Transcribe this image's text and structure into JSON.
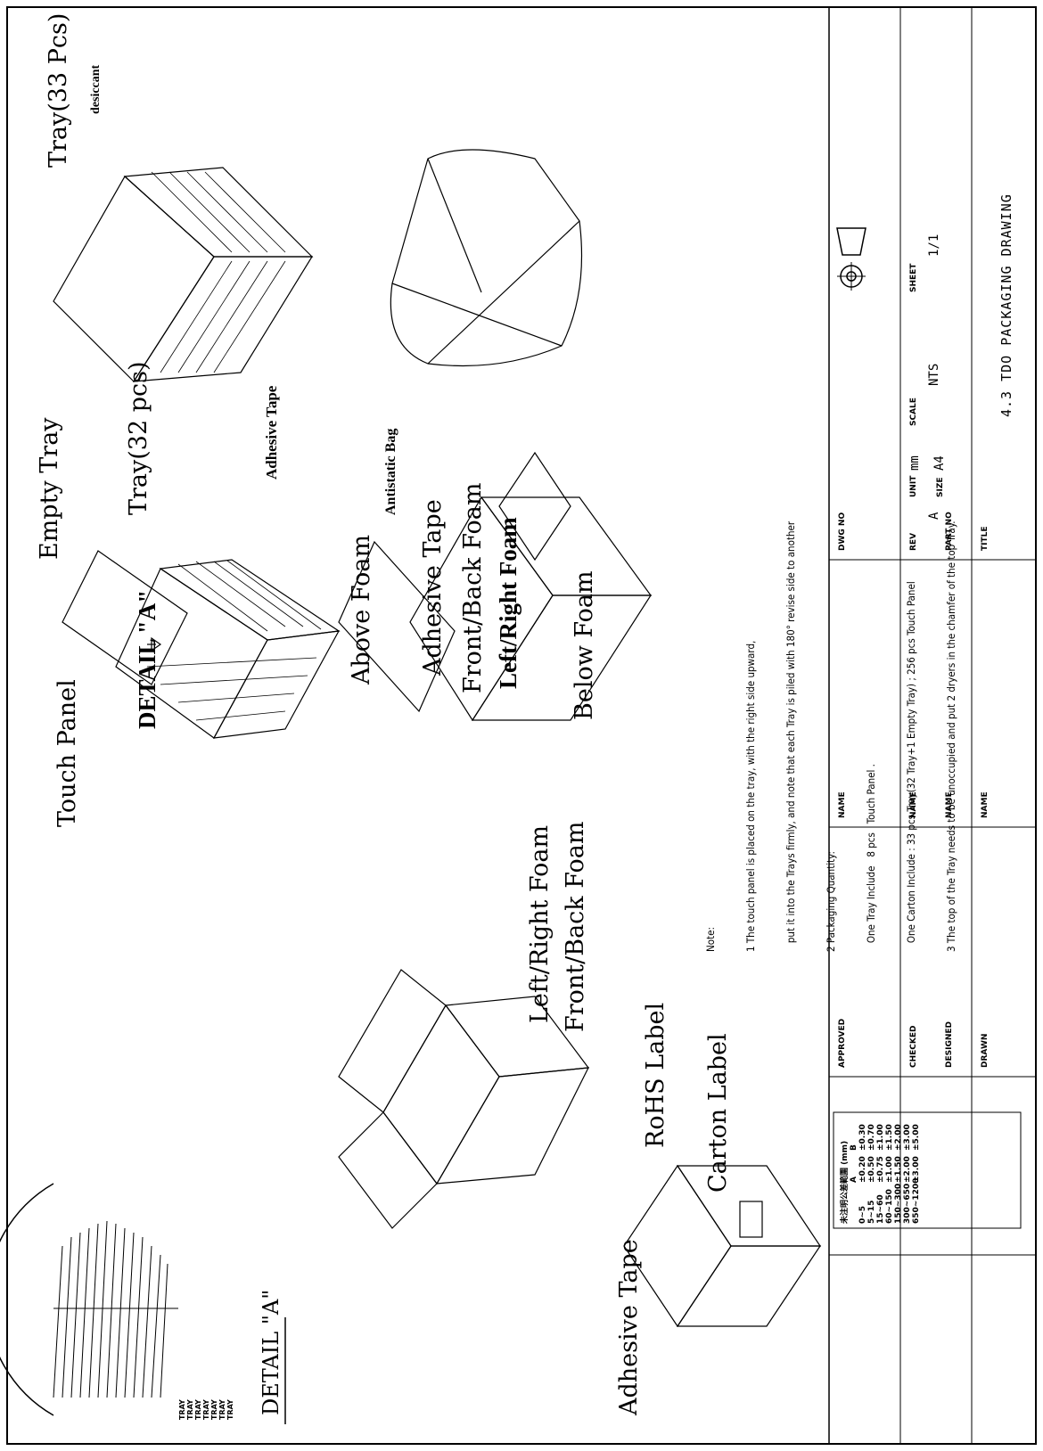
{
  "labels": {
    "touch_panel": "Touch Panel",
    "empty_tray": "Empty Tray",
    "tray_32": "Tray(32 pcs)",
    "tray_33": "Tray(33 Pcs)",
    "detail_a": "DETAIL \"A\"",
    "detail_a_under": "DETAIL \"A\"",
    "desiccant": "desiccant",
    "adhesive_tape_bold": "Adhesive Tape",
    "antistatic_bag": "Antistatic Bag",
    "above_foam": "Above Foam",
    "adhesive_tape_box": "Adhesive Tape",
    "front_back_foam_top": "Front/Back Foam",
    "left_right_foam_top": "Left/Right Foam",
    "below_foam": "Below Foam",
    "left_right_foam_bottom": "Left/Right Foam",
    "front_back_foam_bottom": "Front/Back Foam",
    "rohs_label": "RoHS Label",
    "carton_label": "Carton Label",
    "adhesive_tape_carton": "Adhesive Tape"
  },
  "note": {
    "heading": "Note:",
    "lines": [
      "1 The touch panel is placed on the tray, with the right side upward,",
      "   put it into the Trays firmly, and note that each Tray is piled with 180° revise side to another",
      "2 Packaging Quantity:",
      "   One Tray Include   8 pcs   Touch Panel .",
      "   One Carton Include : 33 pcs Tray(32 Tray+1 Empty Tray) ; 256 pcs Touch Panel",
      "3 The top of the Tray needs to be unoccupied and put 2 dryers in the chamfer of the top Tray."
    ]
  },
  "tolerance_table": {
    "title": "未注明公差範圍 (mm)",
    "headers": [
      "",
      "A",
      "B"
    ],
    "rows": [
      [
        "0~5",
        "±0.20",
        "±0.30"
      ],
      [
        "5~15",
        "±0.50",
        "±0.70"
      ],
      [
        "15~60",
        "±0.75",
        "±1.00"
      ],
      [
        "60~150",
        "±1.00",
        "±1.50"
      ],
      [
        "150~300",
        "±1.50",
        "±2.00"
      ],
      [
        "300~650",
        "±2.00",
        "±3.00"
      ],
      [
        "650~1200",
        "±3.00",
        "±5.00"
      ]
    ]
  },
  "title_block": {
    "approved": "APPROVED",
    "checked": "CHECKED",
    "designed": "DESIGNED",
    "drawn": "DRAWN",
    "name": "NAME",
    "dwg_no": "DWG NO",
    "rev": "REV",
    "rev_val": "A",
    "unit": "UNIT",
    "unit_val": "mm",
    "size": "SIZE",
    "size_val": "A4",
    "scale": "SCALE",
    "scale_val": "NTS",
    "part_no": "PART NO",
    "sheet": "SHEET",
    "sheet_val": "1/1",
    "title_lbl": "TITLE",
    "title": "4.3 TDO PACKAGING DRAWING"
  },
  "detail_tray_text": [
    "TRAY",
    "TRAY",
    "TRAY",
    "TRAY",
    "TRAY",
    "TRAY",
    "TRAY"
  ]
}
